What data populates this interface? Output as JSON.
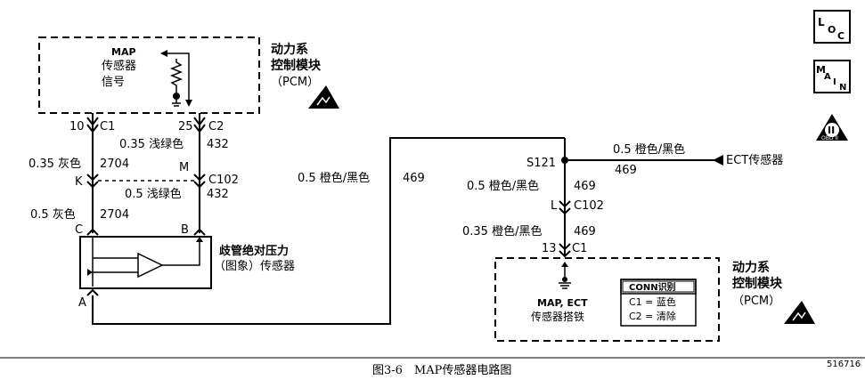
{
  "pcm_top": {
    "title_line1": "动力系",
    "title_line2": "控制模块",
    "title_line3": "（PCM）",
    "signal_line1": "MAP",
    "signal_line2": "传感器",
    "signal_line3": "信号"
  },
  "pins_top": {
    "left_num": "10",
    "left_conn": "C1",
    "right_num": "25",
    "right_conn": "C2"
  },
  "wires": {
    "w_432_upper_color": "0.35 浅绿色",
    "w_432_upper_circuit": "432",
    "w_2704_upper_color": "0.35 灰色",
    "w_2704_upper_circuit": "2704",
    "w_432_lower_color": "0.5 浅绿色",
    "w_432_lower_circuit": "432",
    "w_2704_lower_color": "0.5 灰色",
    "w_2704_lower_circuit": "2704",
    "w_469_mid_color": "0.5 橙色/黑色",
    "w_469_mid_circuit": "469",
    "w_469_ect_color": "0.5 橙色/黑色",
    "w_469_ect_circuit": "469",
    "w_469_s121_color": "0.5 橙色/黑色",
    "w_469_s121_circuit": "469",
    "w_469_pcm_color": "0.35 橙色/黑色",
    "w_469_pcm_circuit": "469"
  },
  "c102_left": {
    "pin_k": "K",
    "pin_m": "M",
    "conn": "C102"
  },
  "sensor": {
    "pin_c": "C",
    "pin_b": "B",
    "pin_a": "A",
    "label_line1": "歧管绝对压力",
    "label_line2": "（图象）传感器"
  },
  "splice": {
    "name": "S121",
    "ect_label": "ECT传感器",
    "pin_l": "L",
    "conn_c102": "C102",
    "pin_13": "13",
    "conn_c1": "C1"
  },
  "pcm_bottom": {
    "ground_line1": "MAP, ECT",
    "ground_line2": "传感器搭铁",
    "conn_id_title": "CONN识别",
    "conn_id_c1": "C1 = 蓝色",
    "conn_id_c2": "C2 = 清除",
    "title_line1": "动力系",
    "title_line2": "控制模块",
    "title_line3": "（PCM）"
  },
  "icons_right": {
    "loc_l": "L",
    "loc_o": "O",
    "loc_c": "C",
    "main_m": "M",
    "main_a": "A",
    "main_i": "I",
    "main_n": "N",
    "obd_label": "OBD II",
    "obd_numeral": "II"
  },
  "caption": "图3-6　MAP传感器电路图",
  "figure_number": "516716"
}
